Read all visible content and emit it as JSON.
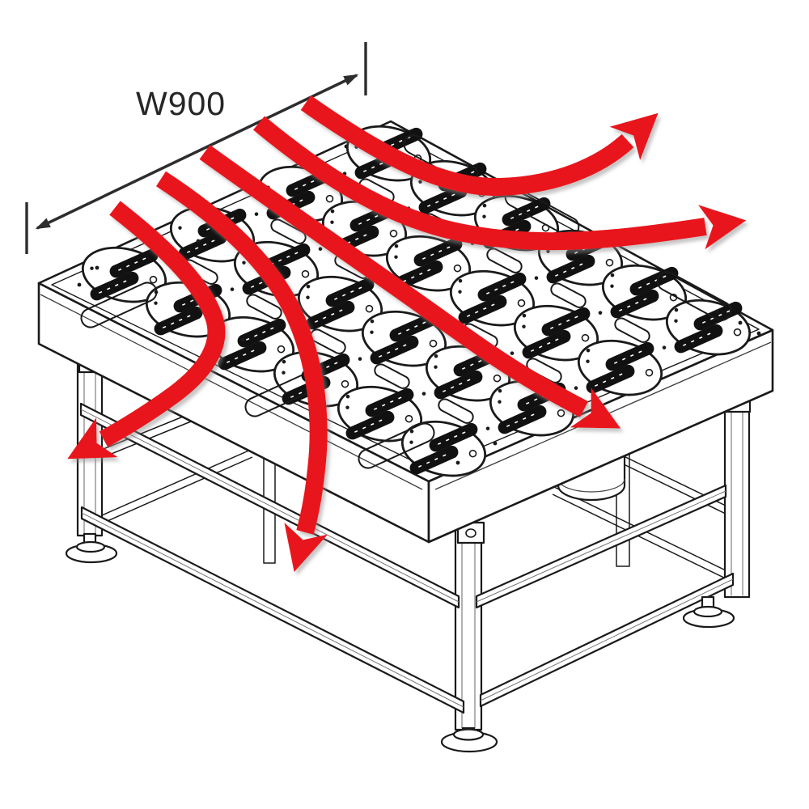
{
  "dimension": {
    "label": "W900"
  },
  "colors": {
    "background": "#ffffff",
    "line": "#1a1a1a",
    "line_soft": "#5a5a5a",
    "dimension": "#2d2d2d",
    "flow": "#e8151b"
  },
  "fan_grid": {
    "rows": 4,
    "columns": 6
  },
  "frame": {
    "visible_legs": 3,
    "visible_leveling_feet": 3,
    "far_posts": 2
  },
  "flow_arrows": [
    {
      "name": "flow-arrow-exit-top-right",
      "direction": "up-right"
    },
    {
      "name": "flow-arrow-exit-right",
      "direction": "right"
    },
    {
      "name": "flow-arrow-across-deck",
      "direction": "down-right"
    },
    {
      "name": "flow-arrow-down-front",
      "direction": "down"
    },
    {
      "name": "flow-arrow-down-left",
      "direction": "down-left"
    }
  ]
}
